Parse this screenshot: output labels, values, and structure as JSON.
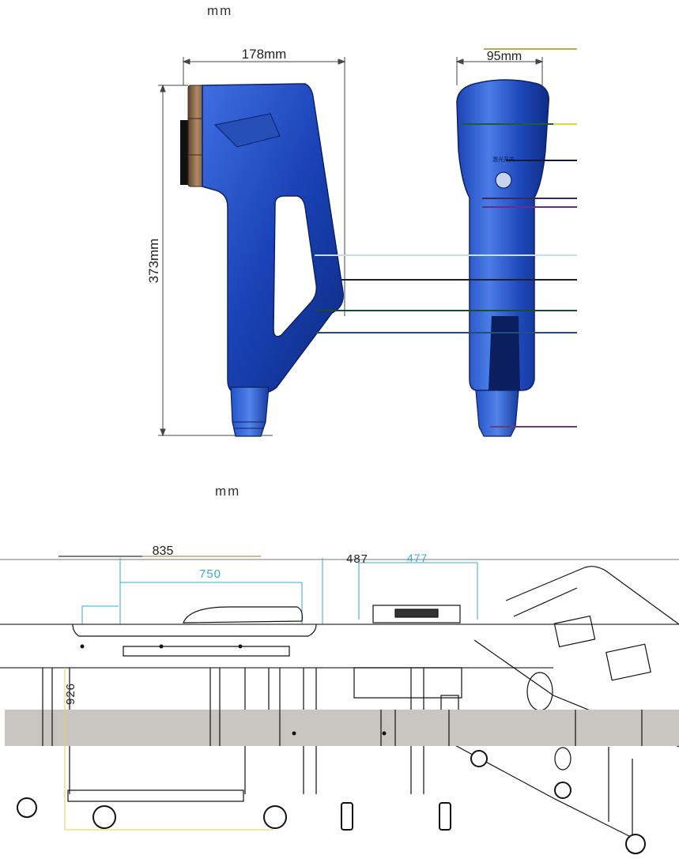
{
  "handpiece": {
    "unit_label": "mm",
    "width_dim": "178mm",
    "depth_dim": "95mm",
    "height_dim": "373mm",
    "button_label": "激光开关"
  },
  "cart": {
    "unit_label": "mm",
    "overall_length_dim": "835",
    "body_length_dim": "750",
    "overall_width_dim": "487",
    "body_width_dim": "477",
    "height_dim": "926"
  }
}
